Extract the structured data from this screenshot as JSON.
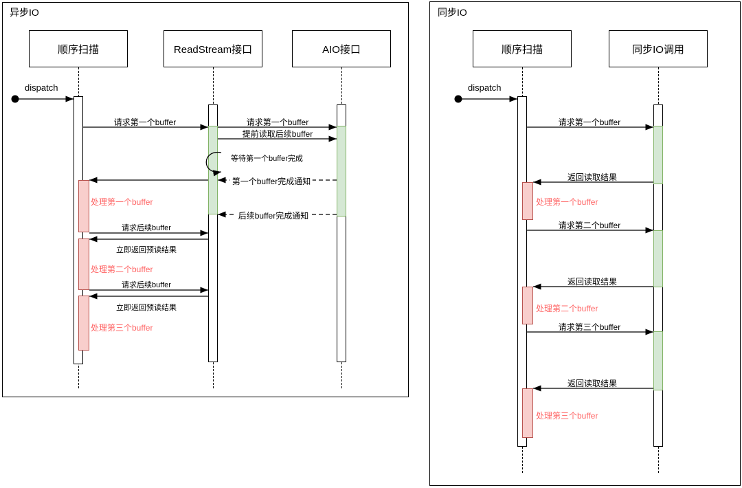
{
  "colors": {
    "green_fill": "#d5e8d4",
    "green_border": "#82b366",
    "red_fill": "#f8cecc",
    "red_border": "#b85450",
    "process_text": "#ff6666",
    "line": "#000000"
  },
  "async_panel": {
    "title": "异步IO",
    "actors": [
      "顺序扫描",
      "ReadStream接口",
      "AIO接口"
    ],
    "dispatch_label": "dispatch",
    "messages": {
      "request_first_buffer_scan_to_rs": "请求第一个buffer",
      "request_first_buffer_rs_to_aio": "请求第一个buffer",
      "preread_next_buffer": "提前读取后续buffer",
      "wait_first_buffer_done": "等待第一个buffer完成",
      "first_buffer_done_notify": "第一个buffer完成通知",
      "next_buffer_done_notify": "后续buffer完成通知",
      "request_next_buffer_1": "请求后续buffer",
      "return_preread_result_1": "立即返回预读结果",
      "request_next_buffer_2": "请求后续buffer",
      "return_preread_result_2": "立即返回预读结果"
    },
    "process_labels": [
      "处理第一个buffer",
      "处理第二个buffer",
      "处理第三个buffer"
    ]
  },
  "sync_panel": {
    "title": "同步IO",
    "actors": [
      "顺序扫描",
      "同步IO调用"
    ],
    "dispatch_label": "dispatch",
    "messages": {
      "request_first_buffer": "请求第一个buffer",
      "return_read_result_1": "返回读取结果",
      "request_second_buffer": "请求第二个buffer",
      "return_read_result_2": "返回读取结果",
      "request_third_buffer": "请求第三个buffer",
      "return_read_result_3": "返回读取结果"
    },
    "process_labels": [
      "处理第一个buffer",
      "处理第二个buffer",
      "处理第三个buffer"
    ]
  }
}
